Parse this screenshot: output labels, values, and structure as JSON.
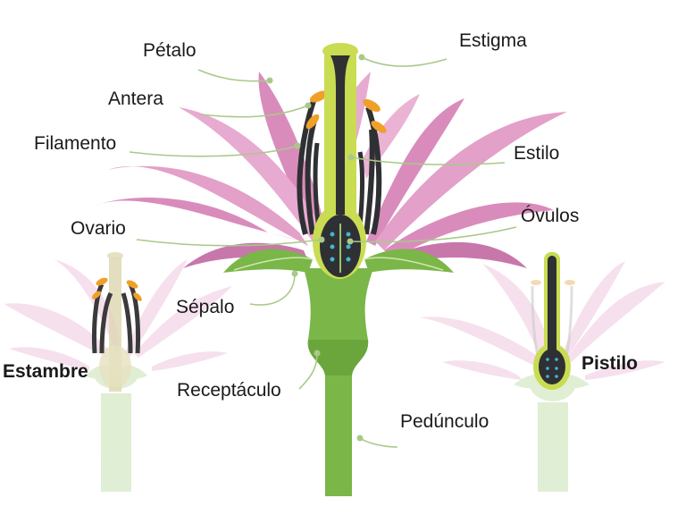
{
  "labels": {
    "petalo": "Pétalo",
    "antera": "Antera",
    "filamento": "Filamento",
    "ovario": "Ovario",
    "sepalo": "Sépalo",
    "estambre": "Estambre",
    "receptaculo": "Receptáculo",
    "estigma": "Estigma",
    "estilo": "Estilo",
    "ovulos": "Óvulos",
    "pedunculo": "Pedúnculo",
    "pistilo": "Pistilo"
  },
  "colors": {
    "petal": "#d98cbc",
    "petal_light": "#f0c6df",
    "stem": "#7ab648",
    "stem_dark": "#5e9a34",
    "pistil_outer": "#c9dc52",
    "pistil_inner": "#2f3033",
    "anther": "#f0a028",
    "ovule": "#3fb6d6",
    "leader": "#a9c98a"
  }
}
